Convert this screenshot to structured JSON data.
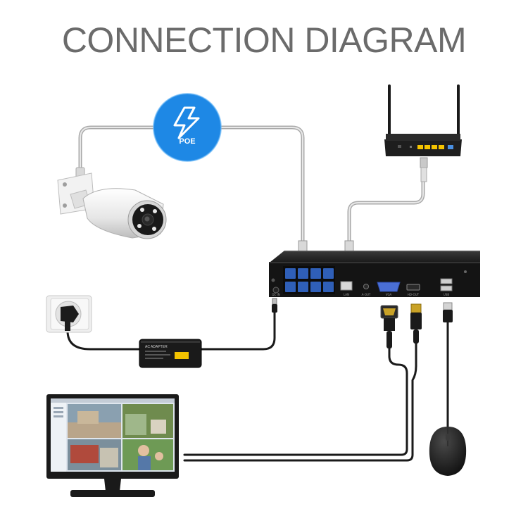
{
  "title": "CONNECTION DIAGRAM",
  "poe_badge": {
    "label": "POE",
    "color": "#1e88e5"
  },
  "nvr": {
    "port_labels": {
      "dcin": "DC IN",
      "lan": "LAN",
      "aout": "A-OUT",
      "vga": "VGA",
      "hdmi": "HD-OUT",
      "usb": "USB"
    },
    "poe_port_color": "#2f5fb8"
  },
  "adapter": {
    "label": "AC ADAPTER"
  },
  "icons": [
    "poe-lightning-icon",
    "camera-icon",
    "router-icon",
    "nvr-icon",
    "power-adapter-icon",
    "wall-socket-icon",
    "monitor-icon",
    "mouse-icon"
  ]
}
